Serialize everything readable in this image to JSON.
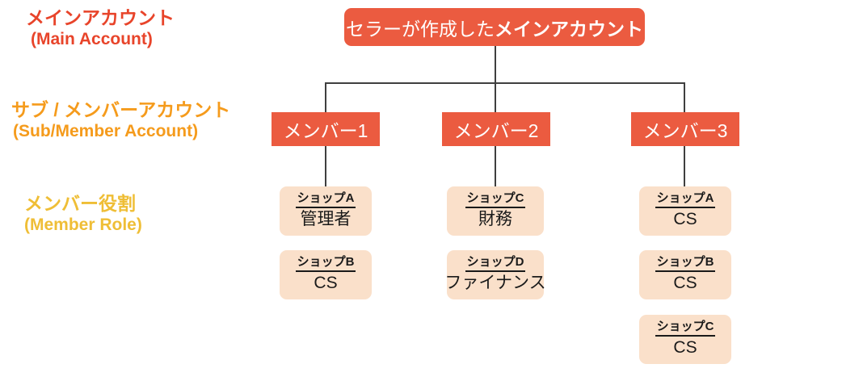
{
  "diagram": {
    "legend": [
      {
        "id": "main",
        "ja": "メインアカウント",
        "en": "(Main Account)",
        "color": "#E8442A"
      },
      {
        "id": "sub",
        "ja": "サブ / メンバーアカウント",
        "en": "(Sub/Member Account)",
        "color": "#F59B1C"
      },
      {
        "id": "role",
        "ja": "メンバー役割",
        "en": "(Member Role)",
        "color": "#EFBE36"
      }
    ],
    "main_account": {
      "lead": "セラーが作成した",
      "strong": "メインアカウント"
    },
    "members": [
      {
        "label": "メンバー1",
        "roles": [
          {
            "shop": "ショップA",
            "role": "管理者"
          },
          {
            "shop": "ショップB",
            "role": "CS"
          }
        ]
      },
      {
        "label": "メンバー2",
        "roles": [
          {
            "shop": "ショップC",
            "role": "財務"
          },
          {
            "shop": "ショップD",
            "role": "ファイナンス"
          }
        ]
      },
      {
        "label": "メンバー3",
        "roles": [
          {
            "shop": "ショップA",
            "role": "CS"
          },
          {
            "shop": "ショップB",
            "role": "CS"
          },
          {
            "shop": "ショップC",
            "role": "CS"
          }
        ]
      }
    ],
    "colors": {
      "accent_orange": "#EB5B40",
      "role_fill": "#FAE0CA",
      "line": "#3F3F3F",
      "label_main": "#E8442A",
      "label_sub": "#F59B1C",
      "label_role": "#EFBE36"
    }
  }
}
